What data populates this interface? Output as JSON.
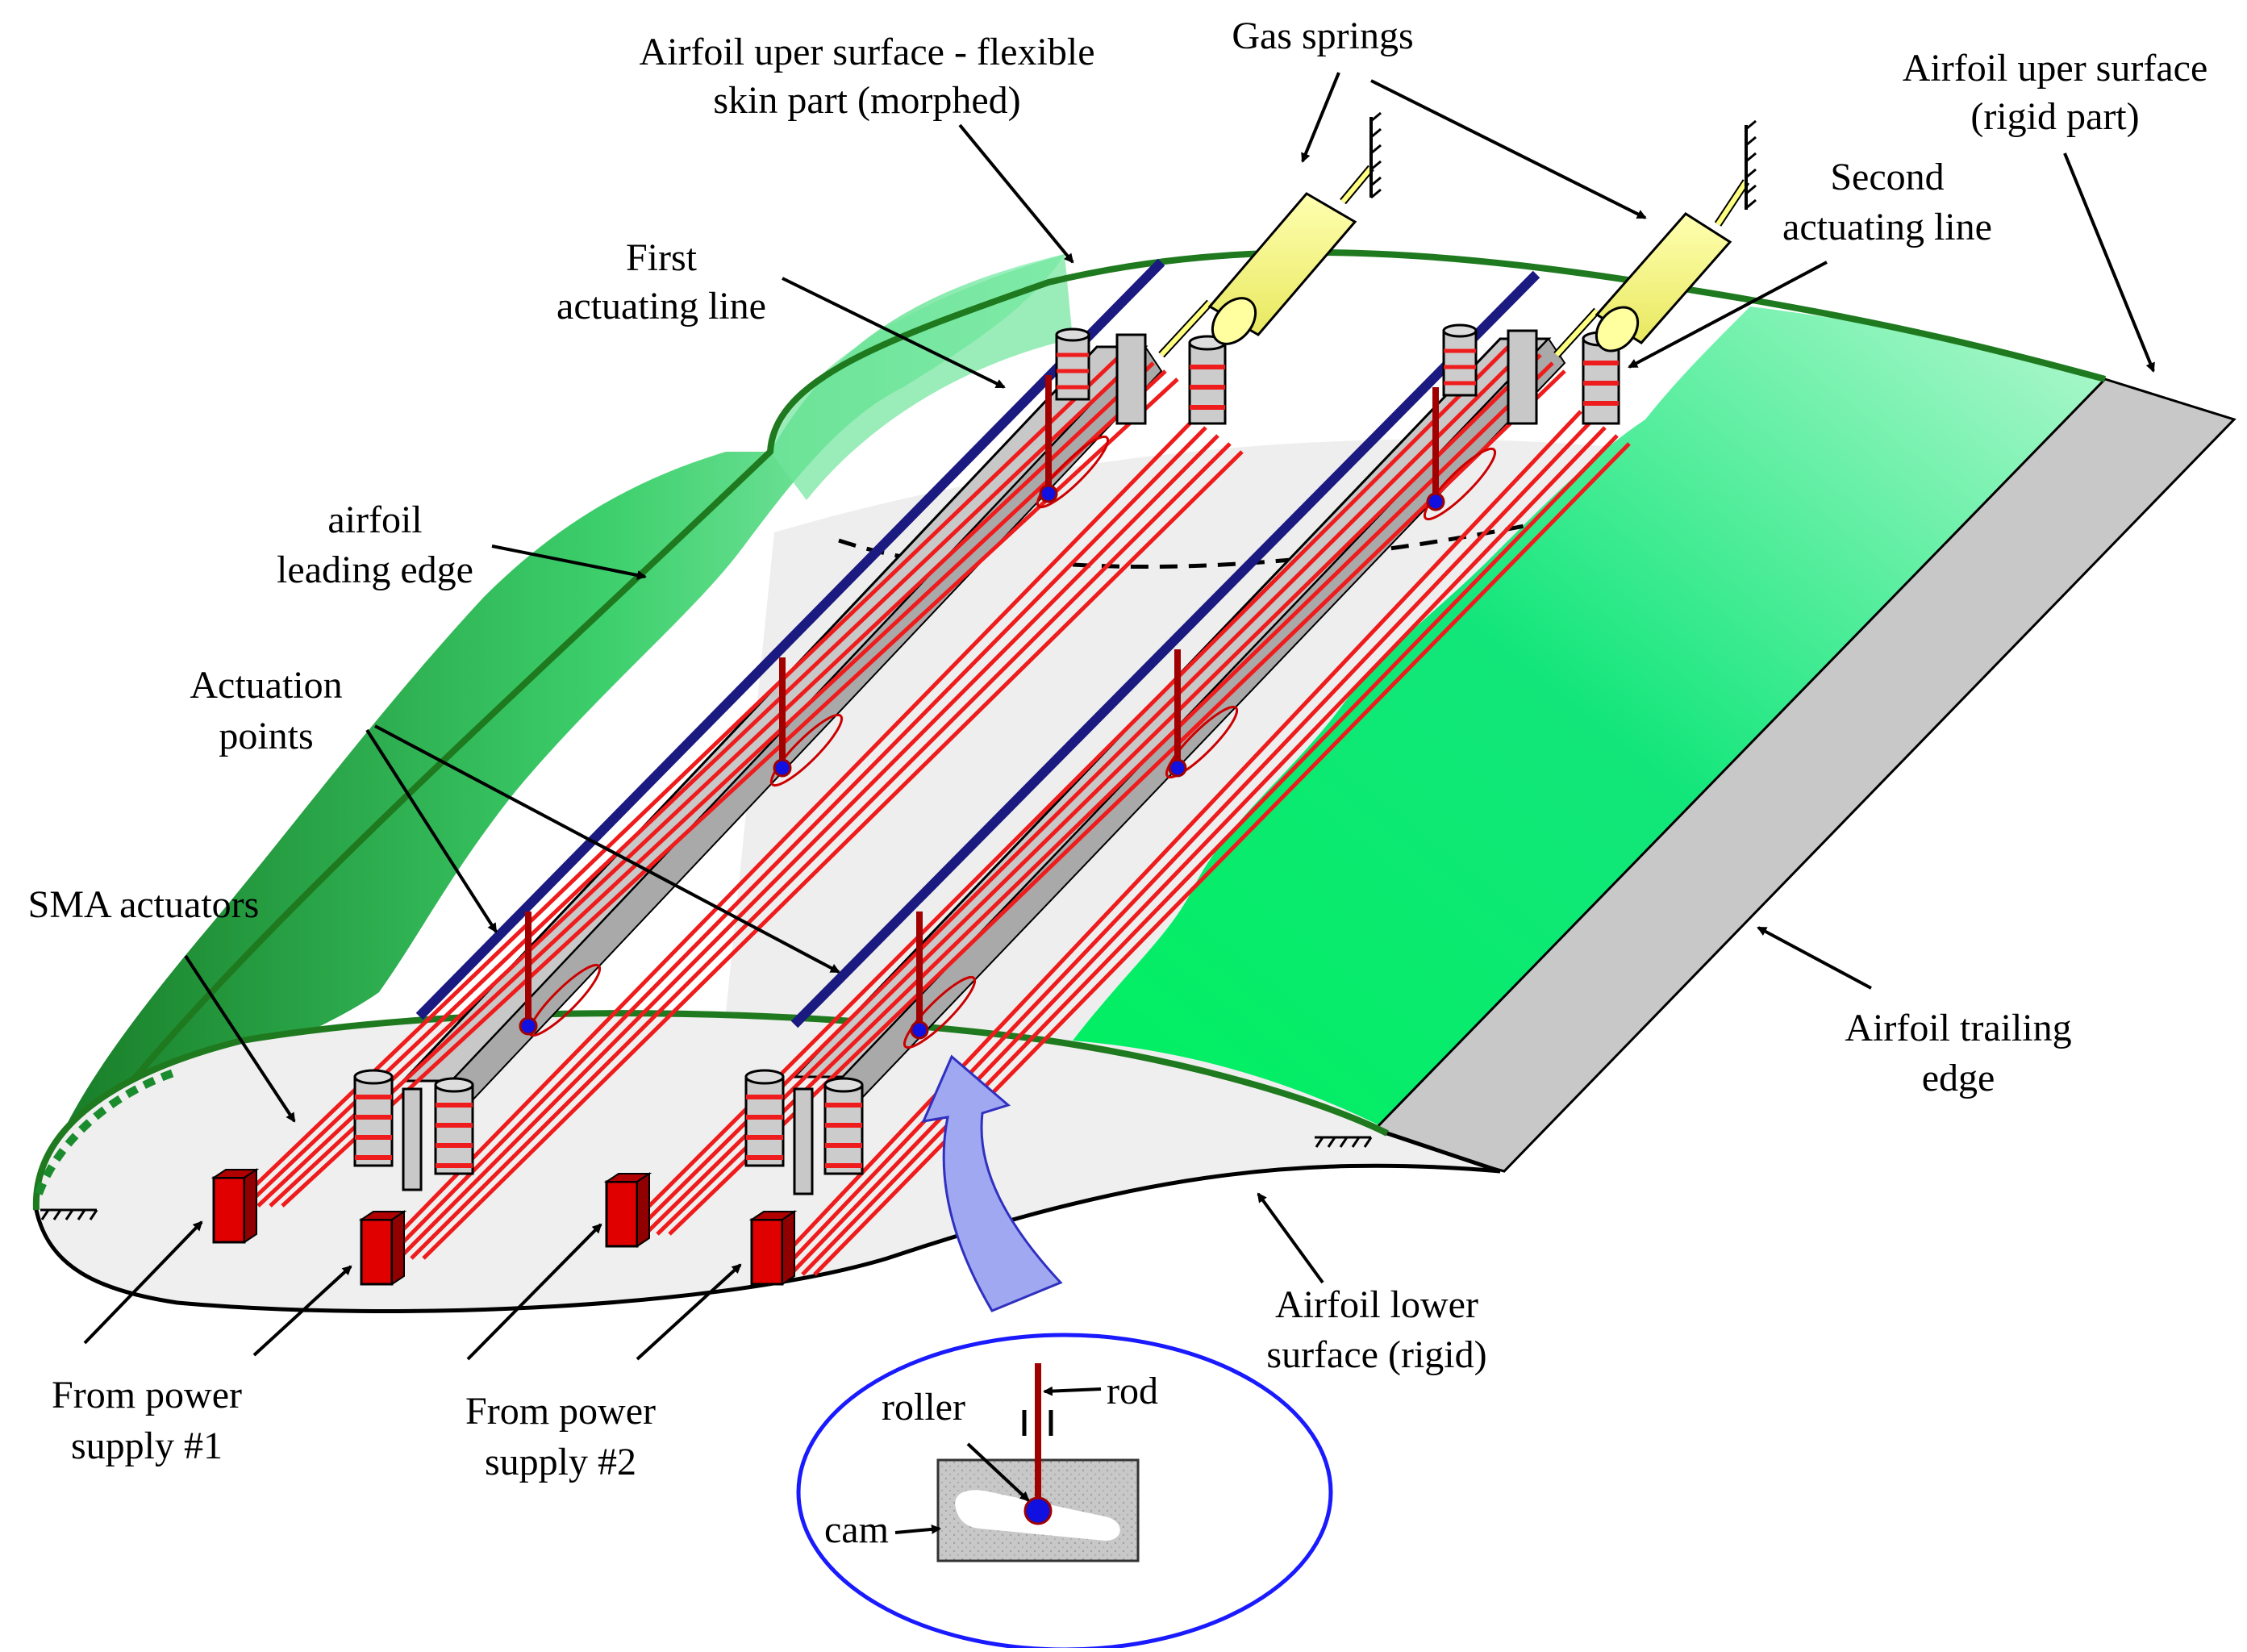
{
  "labels": {
    "upper_flex_1": "Airfoil uper surface - flexible",
    "upper_flex_2": "skin part (morphed)",
    "gas_springs": "Gas springs",
    "upper_rigid_1": "Airfoil uper surface",
    "upper_rigid_2": "(rigid part)",
    "first_line_1": "First",
    "first_line_2": "actuating line",
    "second_line_1": "Second",
    "second_line_2": "actuating line",
    "leading_edge_1": "airfoil",
    "leading_edge_2": "leading edge",
    "actuation_points_1": "Actuation",
    "actuation_points_2": "points",
    "sma_actuators": "SMA actuators",
    "trailing_edge_1": "Airfoil trailing",
    "trailing_edge_2": "edge",
    "lower_surface_1": "Airfoil lower",
    "lower_surface_2": "surface (rigid)",
    "power1_1": "From power",
    "power1_2": "supply #1",
    "power2_1": "From power",
    "power2_2": "supply #2",
    "rod": "rod",
    "roller": "roller",
    "cam": "cam"
  },
  "colors": {
    "flexible_skin": "#00e676",
    "flexible_skin_light": "#a8f5c8",
    "leading_edge_dark": "#1a8c2e",
    "outline_green": "#1f7a1f",
    "rigid_panel": "#c8c8c8",
    "interior": "#eeeeee",
    "sma_wire": "#ee1c1c",
    "shaft": "#1a1a80",
    "gas_spring": "#ffff80",
    "power_block": "#e00000",
    "rod": "#a00000",
    "inset_ellipse": "#1a1aff",
    "arrow_fill": "#9fa8f0",
    "roller": "#1010e0"
  }
}
